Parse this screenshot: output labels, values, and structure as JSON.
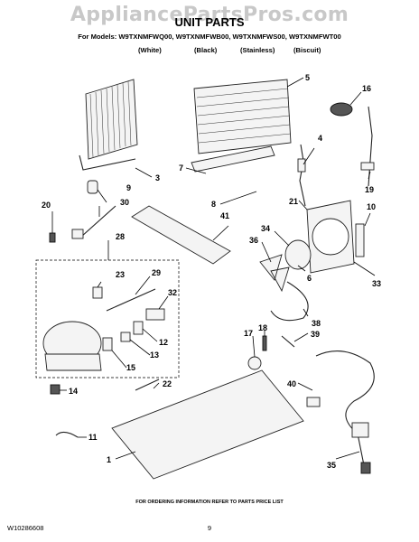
{
  "header": {
    "watermark": "AppliancePartsPros.com",
    "title": "UNIT PARTS",
    "models": "For Models: W9TXNMFWQ00, W9TXNMFWB00, W9TXNMFWS00, W9TXNMFWT00",
    "colors": [
      "(White)",
      "(Black)",
      "(Stainless)",
      "(Biscuit)"
    ]
  },
  "callouts": [
    "1",
    "3",
    "4",
    "5",
    "6",
    "7",
    "8",
    "9",
    "10",
    "11",
    "12",
    "13",
    "14",
    "15",
    "16",
    "17",
    "18",
    "19",
    "20",
    "21",
    "22",
    "23",
    "28",
    "29",
    "30",
    "32",
    "33",
    "34",
    "35",
    "36",
    "38",
    "39",
    "40",
    "41"
  ],
  "footer": {
    "doc_number": "W10286608",
    "ordering_info": "FOR ORDERING INFORMATION REFER TO PARTS PRICE LIST",
    "page": "9"
  }
}
